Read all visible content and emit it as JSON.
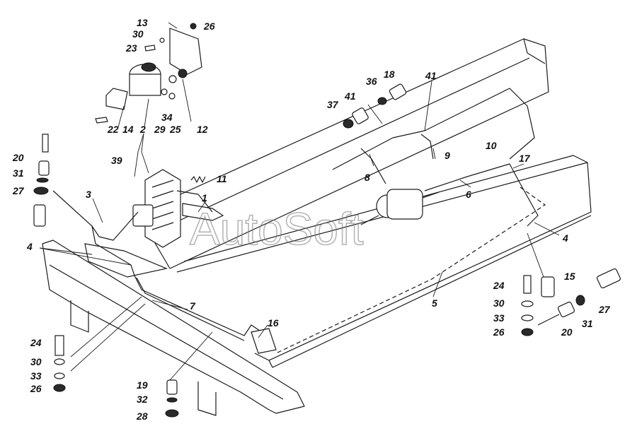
{
  "watermark": "AutoSoft",
  "callouts": {
    "c13": "13",
    "c26a": "26",
    "c30a": "30",
    "c23": "23",
    "c22": "22",
    "c14": "14",
    "c2": "2",
    "c29": "29",
    "c25": "25",
    "c34": "34",
    "c12": "12",
    "c39": "39",
    "c11": "11",
    "c1": "1",
    "c3": "3",
    "c20a": "20",
    "c31a": "31",
    "c27a": "27",
    "c4a": "4",
    "c7": "7",
    "c16": "16",
    "c24a": "24",
    "c30b": "30",
    "c33a": "33",
    "c26b": "26",
    "c19": "19",
    "c32": "32",
    "c28": "28",
    "c37": "37",
    "c41a": "41",
    "c36": "36",
    "c18": "18",
    "c41b": "41",
    "c9": "9",
    "c10": "10",
    "c17": "17",
    "c8": "8",
    "c6": "6",
    "c4b": "4",
    "c5": "5",
    "c15": "15",
    "c24b": "24",
    "c30c": "30",
    "c33b": "33",
    "c26c": "26",
    "c20b": "20",
    "c31b": "31",
    "c27b": "27"
  }
}
